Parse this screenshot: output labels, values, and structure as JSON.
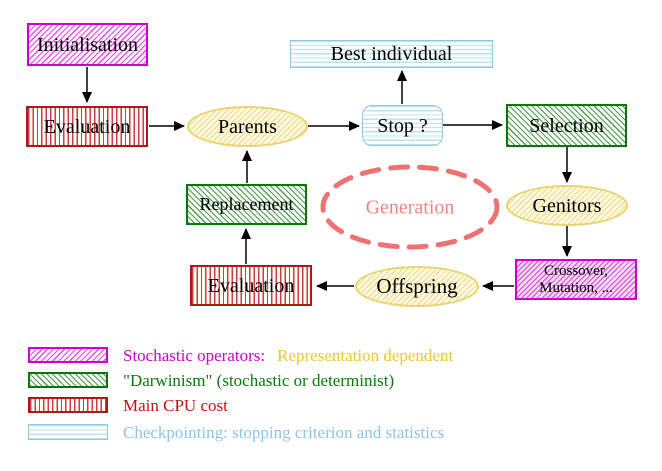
{
  "nodes": {
    "initialisation": "Initialisation",
    "evaluation_top": "Evaluation",
    "parents": "Parents",
    "best_individual": "Best individual",
    "stop": "Stop ?",
    "selection": "Selection",
    "replacement": "Replacement",
    "generation": "Generation",
    "genitors": "Genitors",
    "evaluation_bottom": "Evaluation",
    "offspring": "Offspring",
    "crossover_line1": "Crossover,",
    "crossover_line2": "Mutation, ..."
  },
  "legend": {
    "stochastic_label": "Stochastic operators:",
    "stochastic_note": "Representation dependent",
    "darwinism_label": "\"Darwinism\" (stochastic or determinist)",
    "cpu_label": "Main CPU cost",
    "checkpoint_label": "Checkpointing: stopping criterion and statistics"
  },
  "colors": {
    "stochastic_magenta": "#cc00cc",
    "darwinism_green": "#067806",
    "cpu_red": "#b22222",
    "checkpoint_cyan": "#8cc6e0",
    "representation_gold": "#e9c830",
    "generation_salmon": "#ee7777",
    "operand_yellow": "#e8d470"
  }
}
